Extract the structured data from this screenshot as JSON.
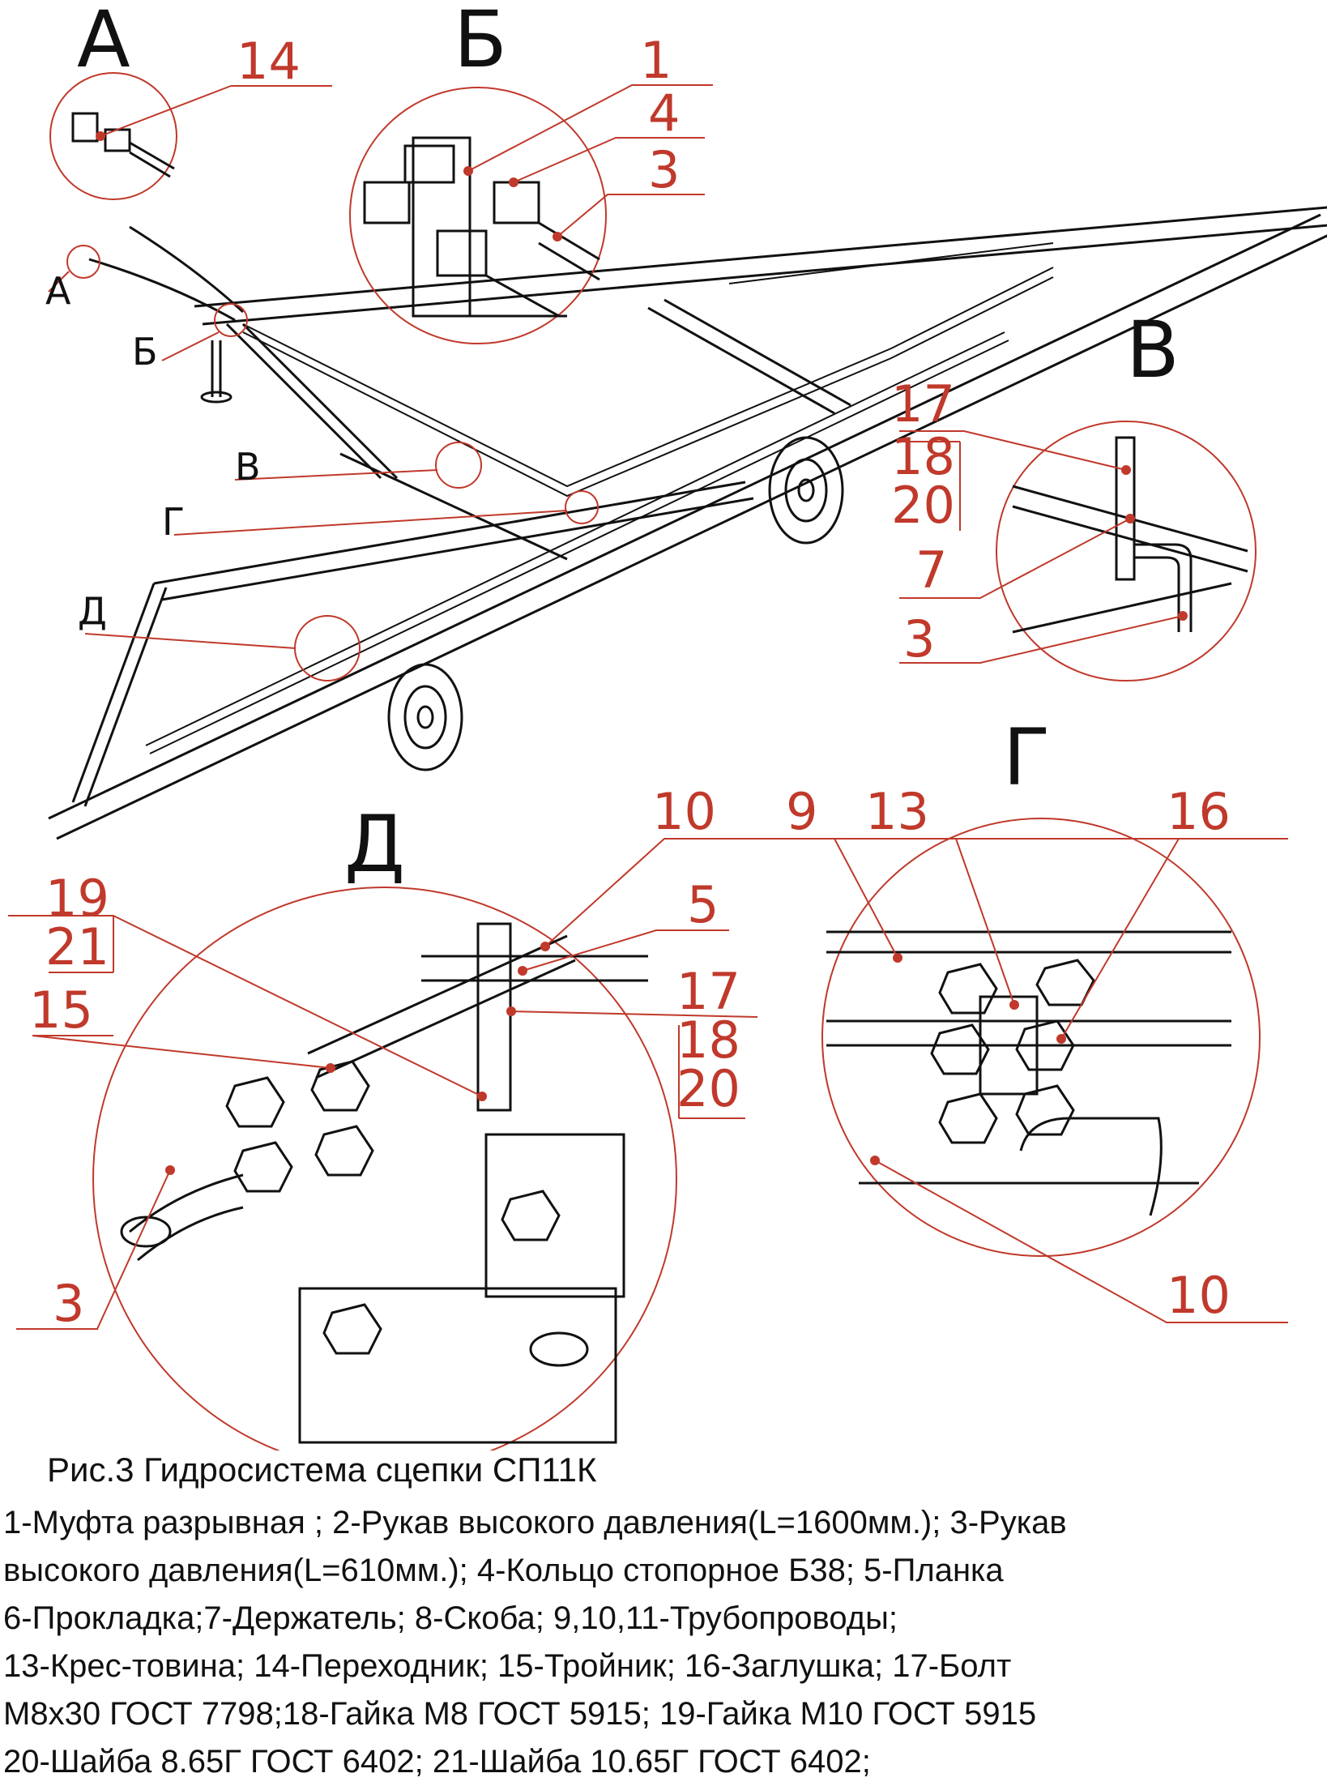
{
  "views": {
    "A": "А",
    "B": "Б",
    "V": "В",
    "G": "Г",
    "D": "Д"
  },
  "callouts": {
    "a14": "14",
    "b1": "1",
    "b4": "4",
    "b3": "3",
    "v17": "17",
    "v18": "18",
    "v20": "20",
    "v7": "7",
    "v3": "3",
    "g10a": "10",
    "g9": "9",
    "g13": "13",
    "g16": "16",
    "g10b": "10",
    "d19": "19",
    "d21": "21",
    "d15": "15",
    "d5": "5",
    "d17": "17",
    "d18": "18",
    "d20": "20",
    "d3": "3"
  },
  "caption": "Рис.3 Гидросистема сцепки СП11К",
  "legend": [
    "1-Муфта разрывная ; 2-Рукав высокого давления(L=1600мм.); 3-Рукав",
    "высокого давления(L=610мм.); 4-Кольцо стопорное Б38; 5-Планка",
    "6-Прокладка;7-Держатель; 8-Скоба; 9,10,11-Трубопроводы;",
    "13-Крес-товина; 14-Переходник; 15-Тройник; 16-Заглушка; 17-Болт",
    "М8х30 ГОСТ 7798;18-Гайка М8 ГОСТ 5915; 19-Гайка М10 ГОСТ 5915",
    " 20-Шайба 8.65Г ГОСТ 6402; 21-Шайба 10.65Г ГОСТ 6402;"
  ],
  "colors": {
    "line": "#111111",
    "callout": "#c0392b"
  }
}
